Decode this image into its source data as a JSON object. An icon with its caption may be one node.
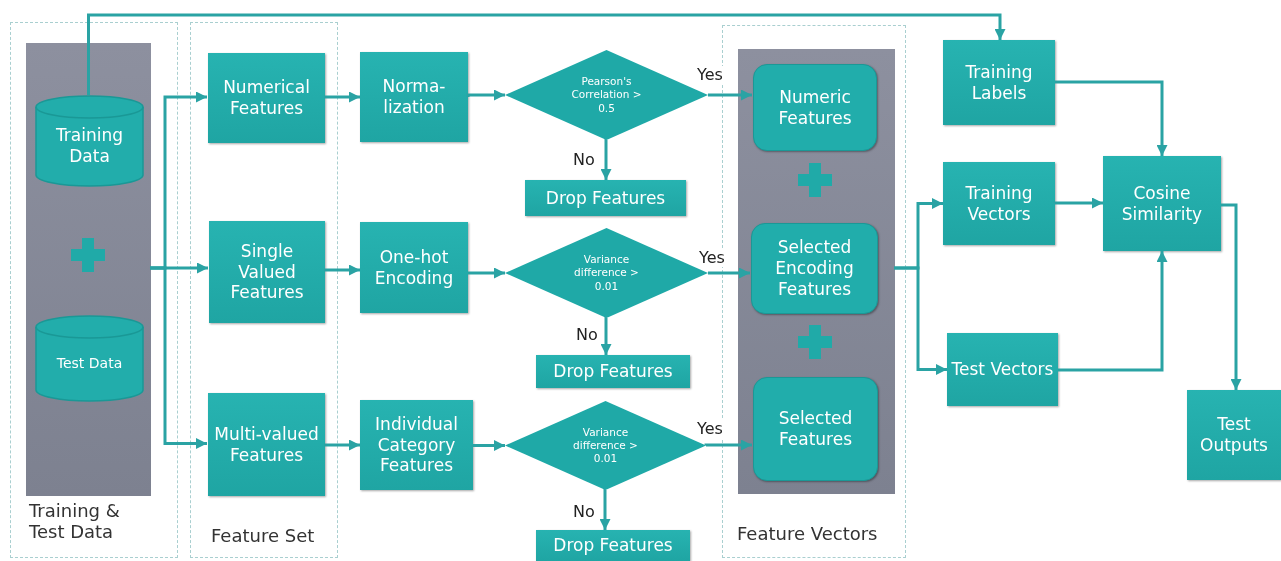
{
  "diagram": {
    "nodes": [
      {
        "text": [
          "Training & Test Data"
        ]
      },
      {
        "text": [],
        "shape": "box",
        "in": 0
      },
      {
        "text": [
          "Training Data"
        ],
        "in": 1
      },
      {
        "text": [
          "Test Data"
        ],
        "in": 1
      },
      {
        "text": [
          "Feature Set"
        ]
      },
      {
        "text": [
          "Numerical Features"
        ],
        "in": 4
      },
      {
        "text": [
          "Single Valued Features"
        ],
        "in": 4
      },
      {
        "text": [
          "Multi-valued Features"
        ],
        "in": 4
      },
      {
        "text": [
          "Norma-lization"
        ]
      },
      {
        "text": [
          "One-hot Encoding"
        ]
      },
      {
        "text": [
          "Individual Category Features"
        ]
      },
      {
        "text": [
          "Pearson's Correlation > 0.5"
        ]
      },
      {
        "text": [
          "Drop Features"
        ]
      },
      {
        "text": [
          "Variance difference > 0.01"
        ]
      },
      {
        "text": [
          "Drop Features"
        ]
      },
      {
        "text": [
          "Variance difference > 0.01"
        ]
      },
      {
        "text": [
          "Drop Features"
        ]
      },
      {
        "text": [
          "Feature Vectors"
        ]
      },
      {
        "text": [],
        "shape": "box",
        "in": 17
      },
      {
        "text": [
          "Numeric Features"
        ],
        "in": 18
      },
      {
        "text": [
          "Selected Encoding Features"
        ],
        "in": 18
      },
      {
        "text": [
          "Selected Features"
        ],
        "in": 18
      },
      {
        "text": [
          "Training Labels"
        ]
      },
      {
        "text": [
          "Training Vectors"
        ]
      },
      {
        "text": [
          "Test Vectors"
        ]
      },
      {
        "text": [
          "Cosine Similarity"
        ]
      },
      {
        "text": [
          "Test Outputs"
        ]
      }
    ],
    "edges": [
      {
        "from": 2,
        "to": 22,
        "arrow": "to"
      },
      {
        "from": 1,
        "to": 5,
        "arrow": "to"
      },
      {
        "from": 1,
        "to": 6,
        "arrow": "to"
      },
      {
        "from": 1,
        "to": 7,
        "arrow": "to"
      },
      {
        "from": 5,
        "to": 8,
        "arrow": "to"
      },
      {
        "from": 6,
        "to": 9,
        "arrow": "to"
      },
      {
        "from": 7,
        "to": 10,
        "arrow": "to"
      },
      {
        "from": 8,
        "to": 11,
        "arrow": "to"
      },
      {
        "from": 9,
        "to": 13,
        "arrow": "to"
      },
      {
        "from": 10,
        "to": 15,
        "arrow": "to"
      },
      {
        "from": 11,
        "to": 19,
        "arrow": "to",
        "label": "Yes"
      },
      {
        "from": 11,
        "to": 12,
        "arrow": "to",
        "label": "No"
      },
      {
        "from": 13,
        "to": 20,
        "arrow": "to",
        "label": "Yes"
      },
      {
        "from": 13,
        "to": 14,
        "arrow": "to",
        "label": "No"
      },
      {
        "from": 15,
        "to": 21,
        "arrow": "to",
        "label": "Yes"
      },
      {
        "from": 15,
        "to": 16,
        "arrow": "to",
        "label": "No"
      },
      {
        "from": 18,
        "to": 23,
        "arrow": "to"
      },
      {
        "from": 18,
        "to": 24,
        "arrow": "to"
      },
      {
        "from": 22,
        "to": 25,
        "arrow": "to"
      },
      {
        "from": 23,
        "to": 25,
        "arrow": "to"
      },
      {
        "from": 24,
        "to": 25,
        "arrow": "to"
      },
      {
        "from": 25,
        "to": 26,
        "arrow": "to"
      }
    ]
  }
}
